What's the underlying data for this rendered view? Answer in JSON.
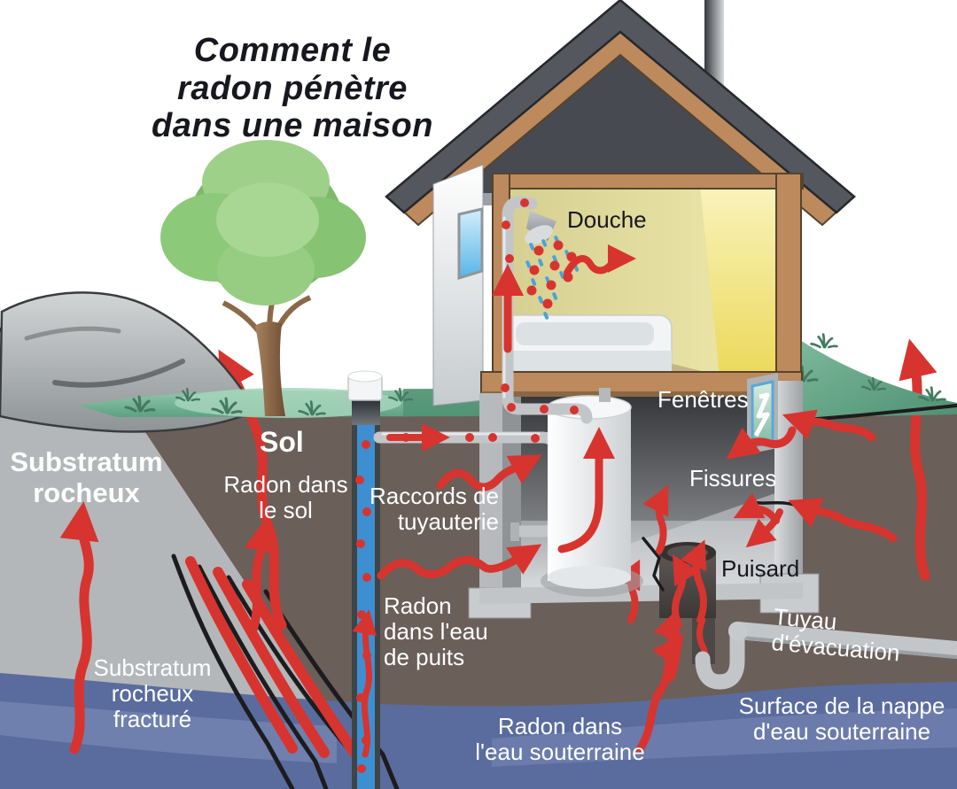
{
  "title": "Comment le\nradon pénètre\ndans une maison",
  "labels": {
    "douche": "Douche",
    "fenetres": "Fenêtres",
    "fissures": "Fissures",
    "puisard": "Puisard",
    "substratum_rocheux": "Substratum\nrocheux",
    "sol": "Sol",
    "radon_dans_le_sol": "Radon dans\nle sol",
    "raccords_tuyauterie": "Raccords de\ntuyauterie",
    "radon_eau_puits": "Radon\ndans l'eau\nde puits",
    "substratum_fracture": "Substratum\nrocheux\nfracturé",
    "radon_eau_souterraine": "Radon dans\nl'eau souterraine",
    "tuyau_evacuation": "Tuyau d'évacuation",
    "surface_nappe": "Surface de la nappe\nd'eau souterraine"
  },
  "palette": {
    "arrow_red": "#d7342f",
    "soil": "#6b5f59",
    "bedrock": "#b4b7b9",
    "groundwater": "#5a6c9e",
    "groundwater_light": "#8494bd",
    "grass": "#68a98c",
    "grass_dark": "#4f9172",
    "tuft_green": "#447a60",
    "canopy_green": "#90ca7d",
    "trunk_brown": "#94714e",
    "rock_gray": "#b2b5b7",
    "roof": "#54575e",
    "wood": "#bc8a5c",
    "room_yellow": "#efe8a0",
    "room_bright": "#ecd95b",
    "well_blue": "#3e8fd2",
    "pipe_gray": "#c3c6c9",
    "water_drop": "#4aa3d8",
    "line_black": "#1c1c1e",
    "text_dark": "#17171f",
    "text_light": "#ffffff"
  }
}
